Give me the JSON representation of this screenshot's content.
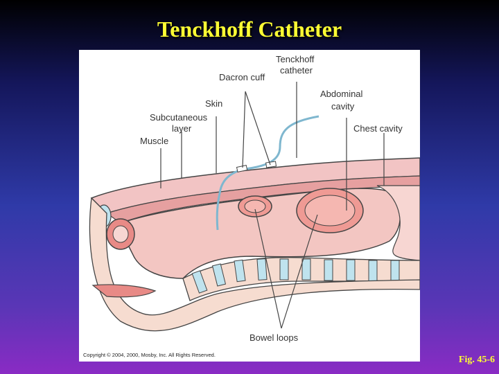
{
  "slide": {
    "title": "Tenckhoff Catheter",
    "fig_number": "Fig. 45-6"
  },
  "figure": {
    "labels": {
      "tenckhoff_catheter": [
        "Tenckhoff",
        "catheter"
      ],
      "dacron_cuff": "Dacron cuff",
      "abdominal_cavity": [
        "Abdominal",
        "cavity"
      ],
      "skin": "Skin",
      "subcutaneous_layer": [
        "Subcutaneous",
        "layer"
      ],
      "chest_cavity": "Chest cavity",
      "muscle": "Muscle",
      "bowel_loops": "Bowel loops"
    },
    "copyright": "Copyright © 2004, 2000, Mosby, Inc. All Rights Reserved.",
    "colors": {
      "tissue_pink": "#f2b8b8",
      "cavity_pink": "#f7d6d2",
      "bowel_red": "#e88a86",
      "vertebra_blue": "#bfe3ee",
      "outline": "#444444"
    }
  }
}
